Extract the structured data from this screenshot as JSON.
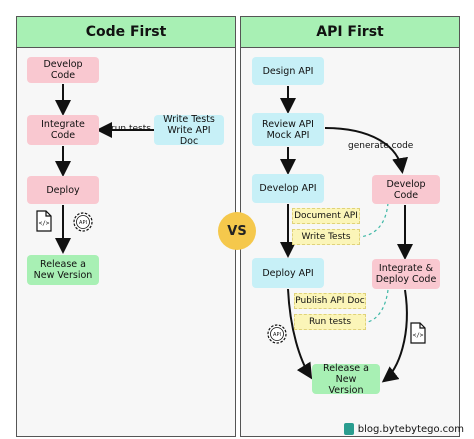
{
  "left": {
    "title": "Code First",
    "nodes": {
      "develop_code": "Develop Code",
      "integrate_code": "Integrate Code",
      "deploy": "Deploy",
      "release": "Release a New Version",
      "write_tests": "Write Tests\nWrite API Doc"
    },
    "edge_label": "run tests"
  },
  "right": {
    "title": "API First",
    "nodes": {
      "design_api": "Design API",
      "review_api": "Review API\nMock API",
      "develop_api": "Develop API",
      "develop_code": "Develop Code",
      "deploy_api": "Deploy API",
      "integrate_deploy": "Integrate &\nDeploy Code",
      "release": "Release a New\nVersion"
    },
    "notes": {
      "document_api": "Document API",
      "write_tests": "Write Tests",
      "publish_api_doc": "Publish API Doc",
      "run_tests": "Run tests"
    },
    "edge_label": "generate code"
  },
  "vs": "VS",
  "footer": "blog.bytebytego.com",
  "icons": {
    "api": "API",
    "doc": "</>"
  }
}
